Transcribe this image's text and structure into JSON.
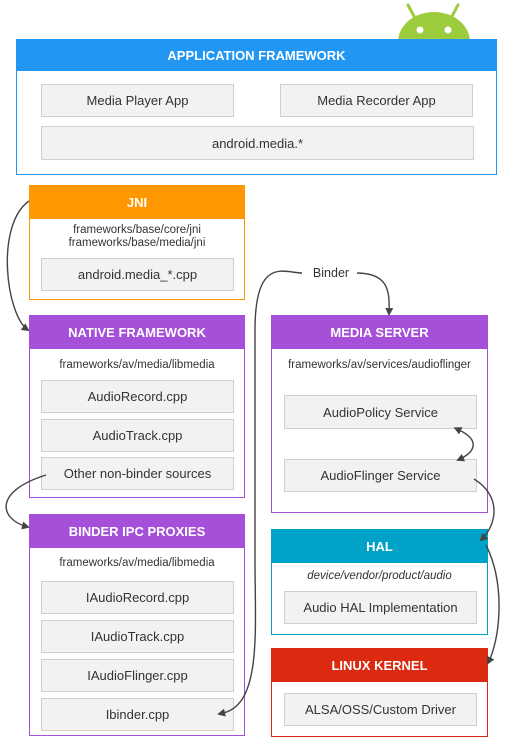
{
  "colors": {
    "application_framework": "#2196f3",
    "jni": "#ff9800",
    "native_framework": "#a64fd8",
    "binder_ipc_proxies": "#a64fd8",
    "media_server": "#a64fd8",
    "hal": "#00a3c7",
    "linux_kernel": "#dc2a10",
    "android_logo": "#9ccc3c",
    "arrow": "#444444"
  },
  "application_framework": {
    "title": "APPLICATION FRAMEWORK",
    "media_player_app": "Media Player App",
    "media_recorder_app": "Media Recorder App",
    "android_media": "android.media.*"
  },
  "jni": {
    "title": "JNI",
    "path_line1": "frameworks/base/core/jni",
    "path_line2": "frameworks/base/media/jni",
    "android_media_cpp": "android.media_*.cpp"
  },
  "native_framework": {
    "title": "NATIVE FRAMEWORK",
    "path": "frameworks/av/media/libmedia",
    "items": [
      "AudioRecord.cpp",
      "AudioTrack.cpp",
      "Other non-binder sources"
    ]
  },
  "binder_ipc_proxies": {
    "title": "BINDER IPC PROXIES",
    "path": "frameworks/av/media/libmedia",
    "items": [
      "IAudioRecord.cpp",
      "IAudioTrack.cpp",
      "IAudioFlinger.cpp",
      "Ibinder.cpp"
    ]
  },
  "media_server": {
    "title": "MEDIA SERVER",
    "path": "frameworks/av/services/audioflinger",
    "audiopolicy_service": "AudioPolicy Service",
    "audioflinger_service": "AudioFlinger Service"
  },
  "hal": {
    "title": "HAL",
    "path": "device/vendor/product/audio",
    "audio_hal_implementation": "Audio HAL Implementation"
  },
  "linux_kernel": {
    "title": "LINUX KERNEL",
    "driver": "ALSA/OSS/Custom Driver"
  },
  "binder_label": "Binder",
  "icons": {
    "android_logo": "android-robot-icon"
  }
}
